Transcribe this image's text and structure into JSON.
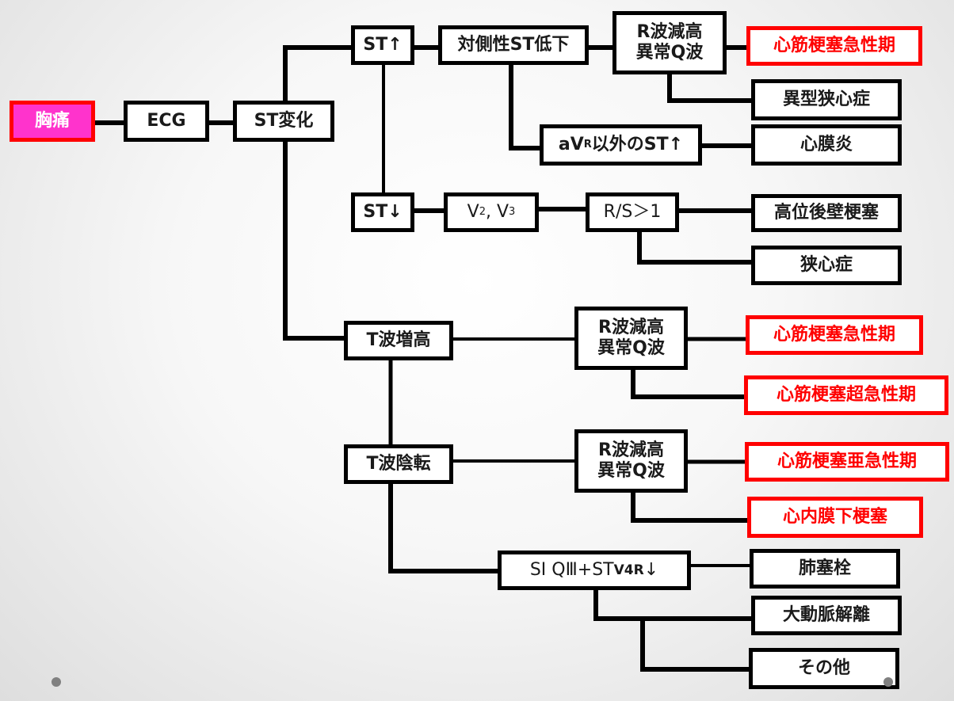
{
  "title": "胸痛 ECG 鑑別フローチャート",
  "colors": {
    "root_fill": "#ff33cc",
    "highlight_border": "#ff0000",
    "highlight_text": "#ff0000",
    "normal_border": "#000000"
  },
  "nodes": {
    "chest_pain": "胸痛",
    "ecg": "ECG",
    "st_change": "ST変化",
    "st_up": "ST↑",
    "reciprocal_st_down": "対側性ST低下",
    "r_loss_q_top": {
      "line1": "R波減高",
      "line2": "異常Q波"
    },
    "ami_acute_top": "心筋梗塞急性期",
    "variant_angina": "異型狭心症",
    "st_up_except_avr": {
      "prefix": "aV",
      "sub": "R",
      "suffix": "以外のST↑"
    },
    "pericarditis": "心膜炎",
    "st_down": "ST↓",
    "v2v3": {
      "v": "V",
      "sub1": "2",
      "sep": ", V",
      "sub2": "3"
    },
    "rs_ratio": "R/S＞1",
    "high_posterior_infarct": "高位後壁梗塞",
    "angina": "狭心症",
    "t_peaked": "T波増高",
    "r_loss_q_mid1": {
      "line1": "R波減高",
      "line2": "異常Q波"
    },
    "ami_acute_mid": "心筋梗塞急性期",
    "ami_hyperacute": "心筋梗塞超急性期",
    "t_inversion": "T波陰転",
    "r_loss_q_mid2": {
      "line1": "R波減高",
      "line2": "異常Q波"
    },
    "ami_subacute": "心筋梗塞亜急性期",
    "subendocardial_infarct": "心内膜下梗塞",
    "s1q3": {
      "main": "SⅠ QⅢ+ST",
      "small": "V4R",
      "arrow": "↓"
    },
    "pulmonary_embolism": "肺塞栓",
    "aortic_dissection": "大動脈解離",
    "other": "その他"
  }
}
